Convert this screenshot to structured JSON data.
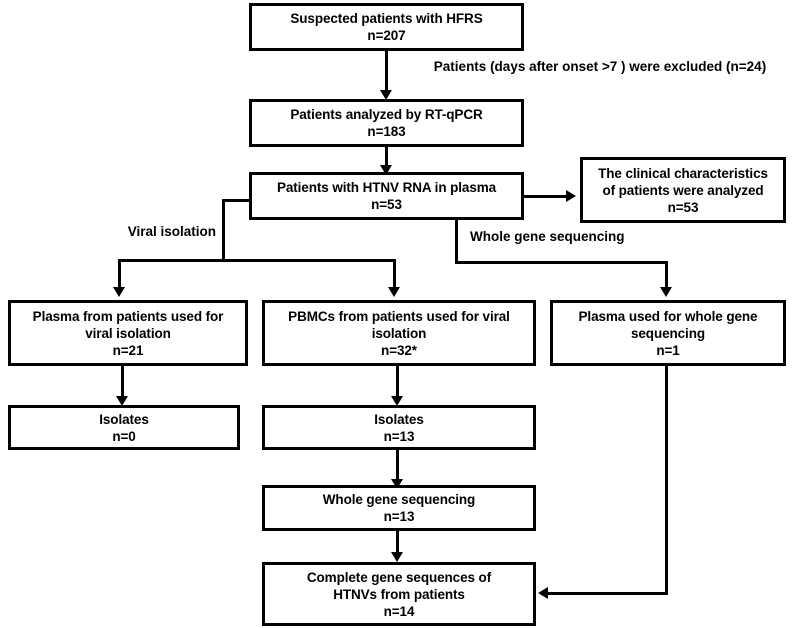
{
  "diagram": {
    "type": "flowchart",
    "title": "HFRS patient study flow diagram",
    "colors": {
      "line": "#000000",
      "box_border": "#000000",
      "background": "#ffffff",
      "text": "#000000"
    },
    "nodes": [
      {
        "id": "suspected",
        "line1": "Suspected patients with HFRS",
        "line2": "n=207",
        "n": 207
      },
      {
        "id": "rtqpcr",
        "line1": "Patients analyzed by RT-qPCR",
        "line2": "n=183",
        "n": 183
      },
      {
        "id": "htnv_rna",
        "line1": "Patients with HTNV RNA in plasma",
        "line2": "n=53",
        "n": 53
      },
      {
        "id": "clinical",
        "line1": "The clinical characteristics",
        "line2": "of patients were analyzed",
        "line3": "n=53",
        "n": 53
      },
      {
        "id": "plasma_viral",
        "line1": "Plasma from patients used for",
        "line2": "viral isolation",
        "line3": "n=21",
        "n": 21
      },
      {
        "id": "pbmc_viral",
        "line1": "PBMCs from patients used for viral",
        "line2": "isolation",
        "line3": "n=32*",
        "n": 32
      },
      {
        "id": "plasma_seq",
        "line1": "Plasma used for whole gene",
        "line2": "sequencing",
        "line3": "n=1",
        "n": 1
      },
      {
        "id": "isolates_plasma",
        "line1": "Isolates",
        "line2": "n=0",
        "n": 0
      },
      {
        "id": "isolates_pbmc",
        "line1": "Isolates",
        "line2": "n=13",
        "n": 13
      },
      {
        "id": "wgs",
        "line1": "Whole gene sequencing",
        "line2": "n=13",
        "n": 13
      },
      {
        "id": "complete",
        "line1": "Complete gene sequences of",
        "line2": "HTNVs from patients",
        "line3": "n=14",
        "n": 14
      }
    ],
    "edge_labels": {
      "excluded_line1": "Patients (days after onset >7 ) were excluded",
      "excluded_line2": "(n=24)",
      "excluded_n": 24,
      "viral_isolation": "Viral isolation",
      "whole_gene_sequencing": "Whole gene sequencing"
    }
  }
}
